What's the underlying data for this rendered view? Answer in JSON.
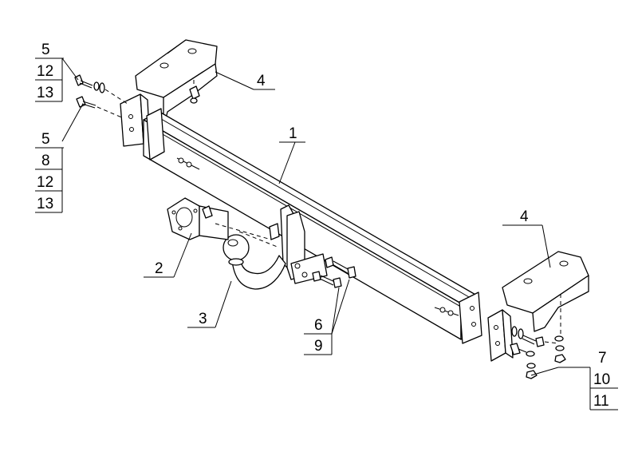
{
  "diagram": {
    "callouts": {
      "left_top": [
        "5",
        "12",
        "13"
      ],
      "left_mid": [
        "5",
        "8",
        "12",
        "13"
      ],
      "bracket_left": "4",
      "bracket_right": "4",
      "crossbar": "1",
      "socket_plate": "2",
      "tow_ball": "3",
      "center_bolts": [
        "6",
        "9"
      ],
      "right_hardware": [
        "7",
        "10",
        "11"
      ]
    }
  }
}
